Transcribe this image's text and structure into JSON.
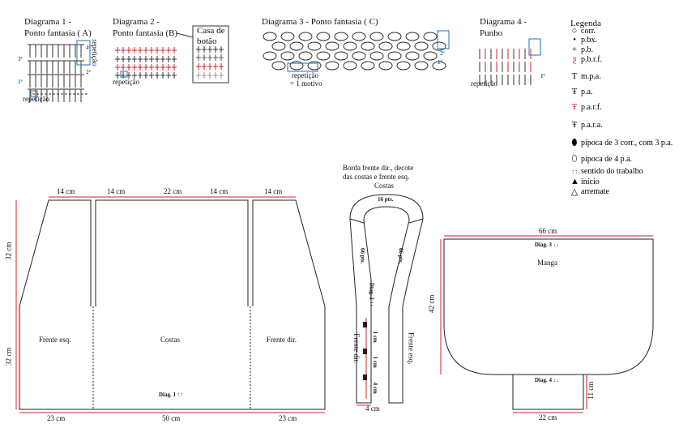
{
  "diagrams": {
    "d1_title": "Diagrama 1 -",
    "d1_sub": "Ponto fantasia ( A)",
    "d2_title": "Diagrama 2 -",
    "d2_sub": "Ponto fantasia (B)",
    "casa": "Casa de",
    "casa2": "botão",
    "d3_title": "Diagrama 3 - Ponto fantasia ( C)",
    "d4_title": "Diagrama 4 -",
    "d4_sub": "Punho",
    "repeticao": "repetição",
    "motivo": "= 1 motivo",
    "rows": [
      "1ª",
      "2ª",
      "3ª",
      "4ª"
    ]
  },
  "legend": {
    "title": "Legenda",
    "items": [
      {
        "icon": "chain-icon",
        "label": "corr."
      },
      {
        "icon": "slip-stitch-icon",
        "label": "p.bx."
      },
      {
        "icon": "single-crochet-icon",
        "label": "p.b."
      },
      {
        "icon": "sc-front-post-icon",
        "label": "p.b.r.f."
      },
      {
        "icon": "half-double-icon",
        "label": "m.p.a."
      },
      {
        "icon": "double-crochet-icon",
        "label": "p.a."
      },
      {
        "icon": "dc-front-post-icon",
        "label": "p.a.r.f."
      },
      {
        "icon": "dc-back-post-icon",
        "label": "p.a.r.a."
      },
      {
        "icon": "popcorn-3-icon",
        "label": "pipoca  de 3 corr., com 3 p.a."
      },
      {
        "icon": "popcorn-4-icon",
        "label": "pipoca de 4 p.a."
      },
      {
        "icon": "direction-arrows-icon",
        "label": "sentido do trabalho"
      },
      {
        "icon": "start-arrow-icon",
        "label": "início"
      },
      {
        "icon": "end-arrow-icon",
        "label": "arremate"
      }
    ]
  },
  "body": {
    "top_dims": [
      "14 cm",
      "14 cm",
      "22 cm",
      "14 cm",
      "14 cm"
    ],
    "side_dims": [
      "32 cm",
      "32 cm"
    ],
    "bottom_dims": [
      "23 cm",
      "50 cm",
      "23 cm"
    ],
    "labels": [
      "Frente esq.",
      "Costas",
      "Frente dir."
    ],
    "diag": "Diag. 1 ↑↑"
  },
  "band": {
    "title1": "Borda frente dir., decote",
    "title2": "das costas e frente esq.",
    "costas": "Costas",
    "pts16": "16 pts.",
    "pts66": "66 pts.",
    "diag": "Diag. 2 ↑↑",
    "frente_dir": "Frente dir.",
    "frente_esq": "Frente esq.",
    "cm1": "1 cm",
    "cm4": "4 cm",
    "width": "4 cm"
  },
  "sleeve": {
    "width": "66 cm",
    "diag3": "Diag. 3 ↓↓",
    "label": "Manga",
    "height": "42 cm",
    "diag4": "Diag. 4 ↓↓",
    "cuff_h": "11 cm",
    "cuff_w": "22 cm"
  },
  "colors": {
    "red": "#d0202a",
    "blue": "#1f6fb5"
  }
}
